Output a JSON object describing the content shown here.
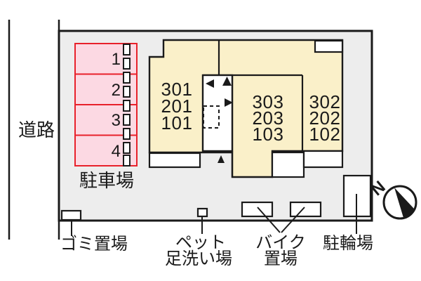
{
  "road": {
    "label": "道路"
  },
  "parking": {
    "label": "駐車場",
    "spaces": [
      "1",
      "2",
      "3",
      "4"
    ]
  },
  "building": {
    "left_stack": [
      "301",
      "201",
      "101"
    ],
    "middle_stack": [
      "303",
      "203",
      "103"
    ],
    "right_stack": [
      "302",
      "202",
      "102"
    ]
  },
  "facilities": {
    "garbage_label": "ゴミ置場",
    "pet_wash_line1": "ペット",
    "pet_wash_line2": "足洗い場",
    "bike_line1": "バイク",
    "bike_line2": "置場",
    "cycle_label": "駐輪場"
  },
  "compass": {
    "label": "N"
  },
  "colors": {
    "site_fill": "#ededed",
    "outline": "#1a1a1a",
    "building_fill": "#faf0c9",
    "parking_fill": "#fcd9e3",
    "parking_border": "#e8212b",
    "white": "#ffffff"
  }
}
